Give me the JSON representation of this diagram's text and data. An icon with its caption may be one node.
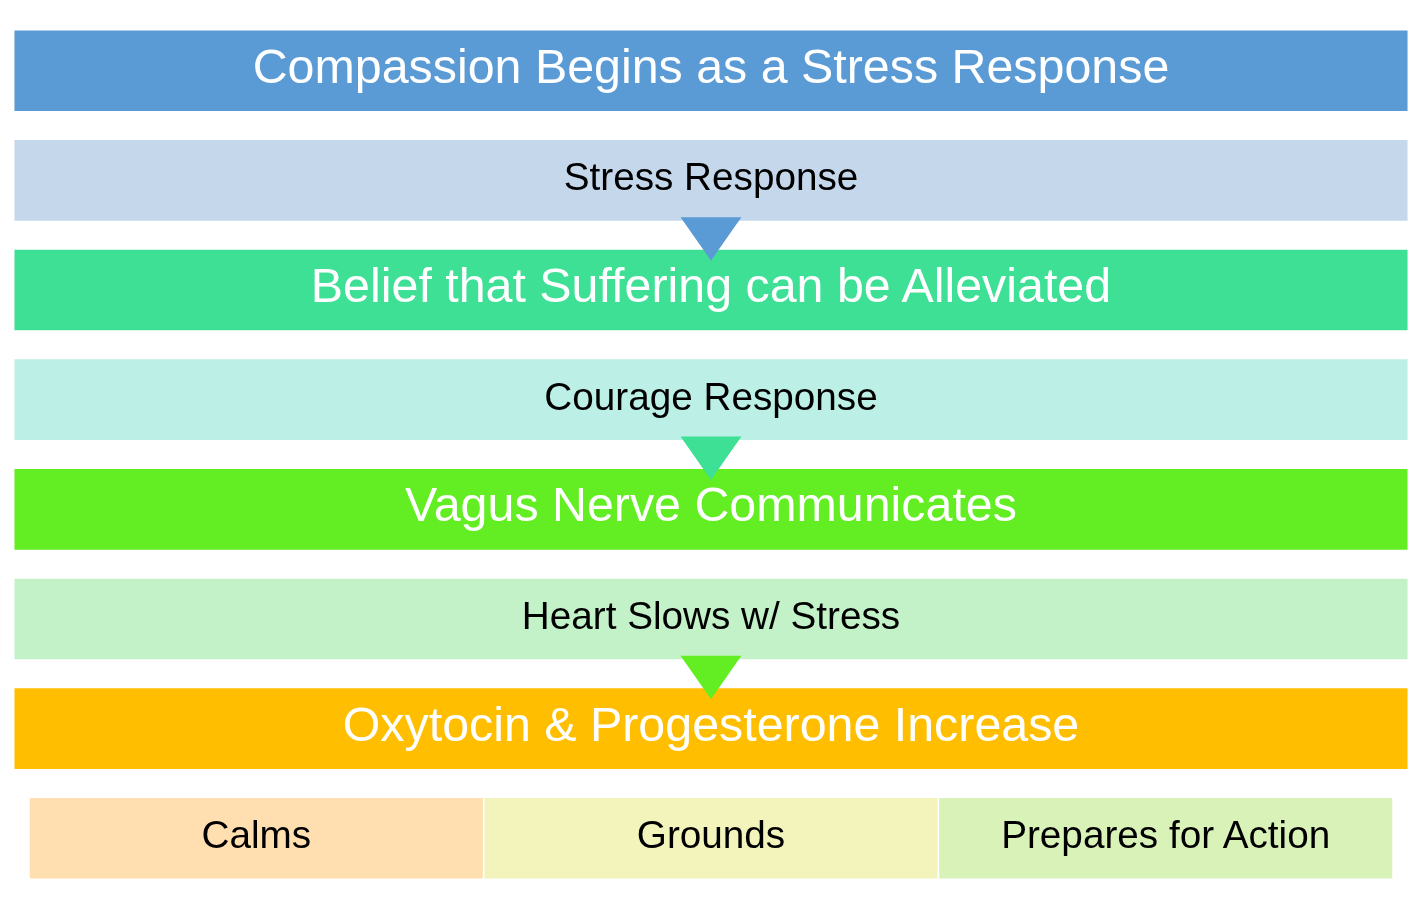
{
  "diagram": {
    "nodes": [
      {
        "text": [
          "Compassion Begins as a Stress Response"
        ]
      },
      {
        "text": [
          "Stress Response"
        ]
      },
      {
        "text": [
          "Belief that Suffering can be Alleviated"
        ]
      },
      {
        "text": [
          "Courage Response"
        ]
      },
      {
        "text": [
          "Vagus Nerve Communicates"
        ]
      },
      {
        "text": [
          "Heart Slows w/ Stress"
        ]
      },
      {
        "text": [
          "Oxytocin & Progesterone Increase"
        ]
      },
      {
        "text": [
          "Calms"
        ]
      },
      {
        "text": [
          "Grounds"
        ]
      },
      {
        "text": [
          "Prepares for Action"
        ]
      }
    ],
    "edges": [
      {
        "from": 1,
        "to": 2,
        "arrow": "to",
        "style": "thick",
        "color": "#5b9bd5"
      },
      {
        "from": 3,
        "to": 4,
        "arrow": "to",
        "style": "thick",
        "color": "#3ee096"
      },
      {
        "from": 5,
        "to": 6,
        "arrow": "to",
        "style": "thick",
        "color": "#62ee22"
      }
    ]
  }
}
